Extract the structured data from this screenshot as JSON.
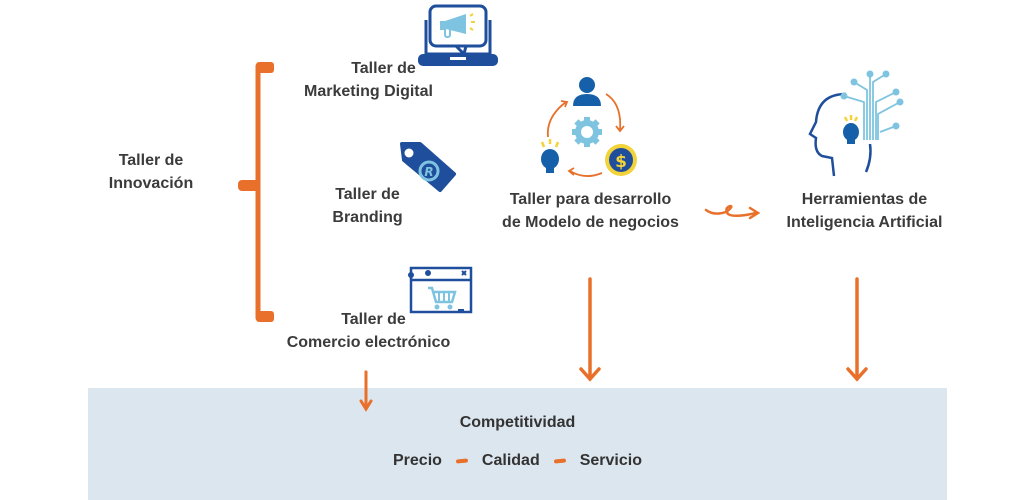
{
  "colors": {
    "accent_orange": "#e8702a",
    "dark_blue": "#1f4e9c",
    "mid_blue": "#1560a8",
    "light_blue": "#7ec4e0",
    "yellow": "#f2d33a",
    "panel_bg": "#dce6ef",
    "text": "#3b3b3b"
  },
  "innovation": {
    "label_line1": "Taller de",
    "label_line2": "Innovación"
  },
  "workshops": [
    {
      "line1": "Taller de",
      "line2": "Marketing Digital",
      "icon": "laptop-megaphone-icon"
    },
    {
      "line1": "Taller de",
      "line2": "Branding",
      "icon": "price-tag-icon"
    },
    {
      "line1": "Taller de",
      "line2": "Comercio electrónico",
      "icon": "browser-cart-icon"
    }
  ],
  "business_model": {
    "line1": "Taller para desarrollo",
    "line2": "de Modelo de negocios",
    "icon": "business-cycle-icon"
  },
  "ai_tools": {
    "line1": "Herramientas de",
    "line2": "Inteligencia Artificial",
    "icon": "ai-head-icon"
  },
  "outcome": {
    "title": "Competitividad",
    "factors": [
      "Precio",
      "Calidad",
      "Servicio"
    ]
  }
}
